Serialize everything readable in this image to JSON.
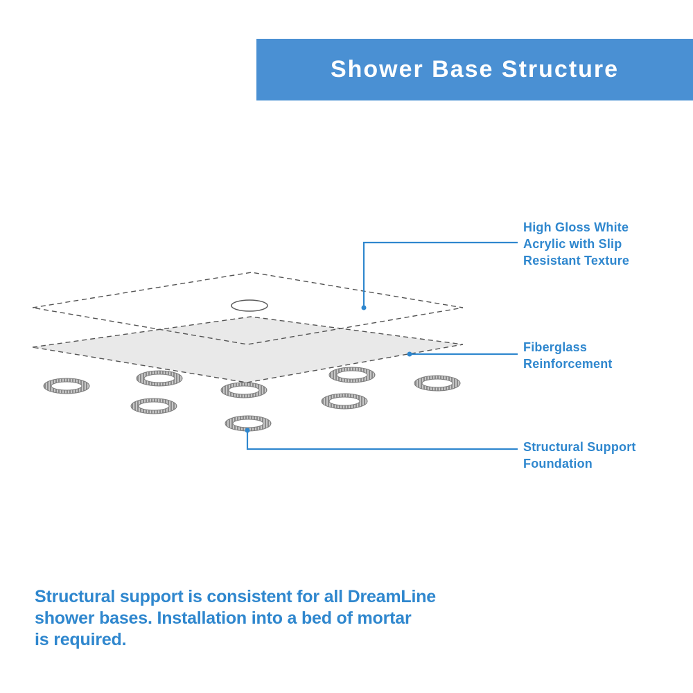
{
  "header": {
    "title": "Shower Base Structure"
  },
  "callouts": [
    {
      "id": "acrylic",
      "lines": [
        "High Gloss White",
        "Acrylic with Slip",
        "Resistant Texture"
      ]
    },
    {
      "id": "fiberglass",
      "lines": [
        "Fiberglass",
        "Reinforcement"
      ]
    },
    {
      "id": "support",
      "lines": [
        "Structural Support",
        "Foundation"
      ]
    }
  ],
  "footer": {
    "lines": [
      "Structural support is consistent for all DreamLine",
      "shower bases. Installation into a bed of mortar",
      "is required."
    ]
  },
  "colors": {
    "accent": "#2F87CE",
    "banner": "#4A90D3",
    "layer_fill": "#E9E9E9",
    "ring_fill": "#B8B8B8",
    "ring_line": "#8A8A8A"
  }
}
